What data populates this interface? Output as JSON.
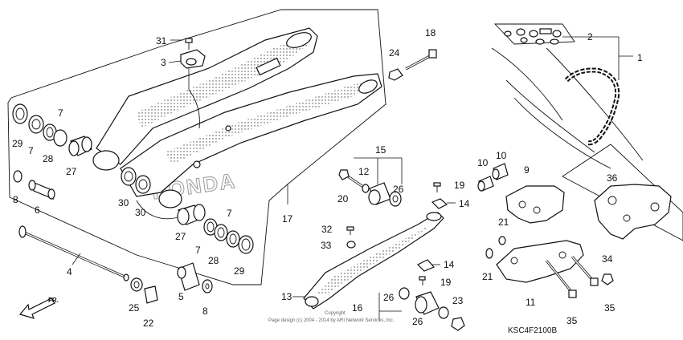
{
  "diagram": {
    "code": "KSC4F2100B",
    "copyright_line1": "Copyright",
    "copyright_line2": "Page design (c) 2004 - 2014 by ARI Network Services, Inc.",
    "direction_label": "FR.",
    "brand_watermark": "HONDA",
    "callouts": [
      {
        "id": "c1",
        "text": "1"
      },
      {
        "id": "c2",
        "text": "2"
      },
      {
        "id": "c3",
        "text": "3"
      },
      {
        "id": "c4",
        "text": "4"
      },
      {
        "id": "c5",
        "text": "5"
      },
      {
        "id": "c6",
        "text": "6"
      },
      {
        "id": "c7a",
        "text": "7"
      },
      {
        "id": "c7b",
        "text": "7"
      },
      {
        "id": "c7c",
        "text": "7"
      },
      {
        "id": "c7d",
        "text": "7"
      },
      {
        "id": "c8a",
        "text": "8"
      },
      {
        "id": "c8b",
        "text": "8"
      },
      {
        "id": "c9",
        "text": "9"
      },
      {
        "id": "c10a",
        "text": "10"
      },
      {
        "id": "c10b",
        "text": "10"
      },
      {
        "id": "c11",
        "text": "11"
      },
      {
        "id": "c12",
        "text": "12"
      },
      {
        "id": "c13",
        "text": "13"
      },
      {
        "id": "c14a",
        "text": "14"
      },
      {
        "id": "c14b",
        "text": "14"
      },
      {
        "id": "c15",
        "text": "15"
      },
      {
        "id": "c16",
        "text": "16"
      },
      {
        "id": "c17",
        "text": "17"
      },
      {
        "id": "c18",
        "text": "18"
      },
      {
        "id": "c19a",
        "text": "19"
      },
      {
        "id": "c19b",
        "text": "19"
      },
      {
        "id": "c20",
        "text": "20"
      },
      {
        "id": "c21a",
        "text": "21"
      },
      {
        "id": "c21b",
        "text": "21"
      },
      {
        "id": "c22",
        "text": "22"
      },
      {
        "id": "c23",
        "text": "23"
      },
      {
        "id": "c24",
        "text": "24"
      },
      {
        "id": "c25",
        "text": "25"
      },
      {
        "id": "c26a",
        "text": "26"
      },
      {
        "id": "c26b",
        "text": "26"
      },
      {
        "id": "c26c",
        "text": "26"
      },
      {
        "id": "c27a",
        "text": "27"
      },
      {
        "id": "c27b",
        "text": "27"
      },
      {
        "id": "c28a",
        "text": "28"
      },
      {
        "id": "c28b",
        "text": "28"
      },
      {
        "id": "c29a",
        "text": "29"
      },
      {
        "id": "c29b",
        "text": "29"
      },
      {
        "id": "c30a",
        "text": "30"
      },
      {
        "id": "c30b",
        "text": "30"
      },
      {
        "id": "c31",
        "text": "31"
      },
      {
        "id": "c32",
        "text": "32"
      },
      {
        "id": "c33",
        "text": "33"
      },
      {
        "id": "c34",
        "text": "34"
      },
      {
        "id": "c35a",
        "text": "35"
      },
      {
        "id": "c35b",
        "text": "35"
      },
      {
        "id": "c36",
        "text": "36"
      }
    ]
  }
}
